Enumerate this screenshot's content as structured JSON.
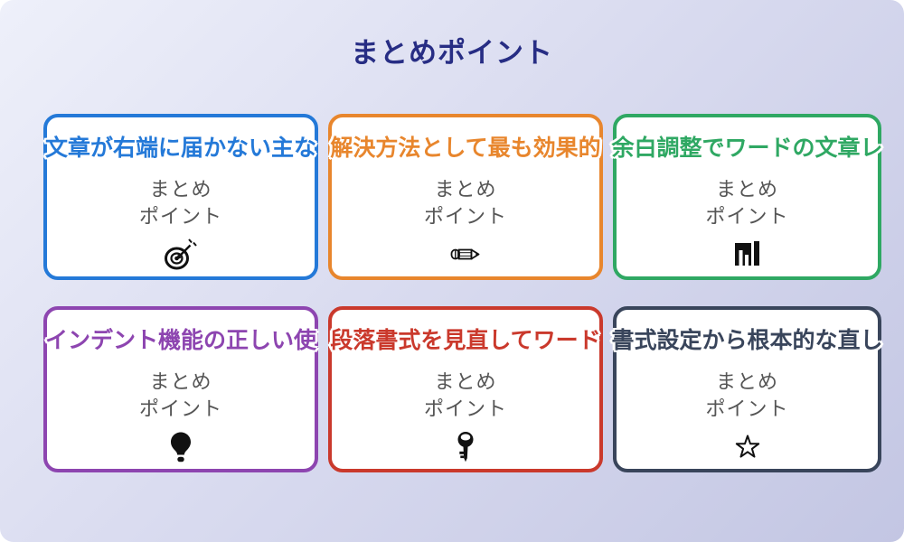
{
  "header": {
    "title": "まとめポイント",
    "title_color": "#272d84"
  },
  "colors": {
    "background_from": "#eef0fa",
    "background_to": "#c3c6e3",
    "card_background": "#ffffff",
    "card_body_text": "#555555",
    "icon_ink": "#111111"
  },
  "cards": [
    {
      "title": "文章が右端に届かない主な",
      "accent": "#2479d8",
      "line1": "まとめ",
      "line2": "ポイント",
      "icon": "target-icon"
    },
    {
      "title": "解決方法として最も効果的",
      "accent": "#e8862d",
      "line1": "まとめ",
      "line2": "ポイント",
      "icon": "pencil-icon"
    },
    {
      "title": "余白調整でワードの文章レ",
      "accent": "#2fa863",
      "line1": "まとめ",
      "line2": "ポイント",
      "icon": "bar-chart-icon"
    },
    {
      "title": "インデント機能の正しい使",
      "accent": "#8d45b0",
      "line1": "まとめ",
      "line2": "ポイント",
      "icon": "lightbulb-icon"
    },
    {
      "title": "段落書式を見直してワード",
      "accent": "#ca392c",
      "line1": "まとめ",
      "line2": "ポイント",
      "icon": "key-icon"
    },
    {
      "title": "書式設定から根本的な直し",
      "accent": "#39455b",
      "line1": "まとめ",
      "line2": "ポイント",
      "icon": "star-icon"
    }
  ]
}
